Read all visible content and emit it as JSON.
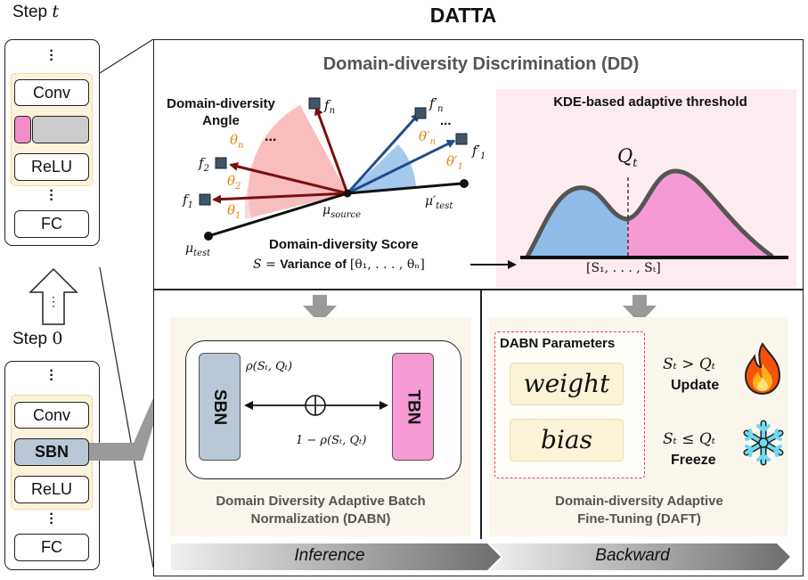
{
  "title": "DATTA",
  "left": {
    "step_t_label": "Step t",
    "step_0_label": "Step 0",
    "top_stack": {
      "conv": "Conv",
      "relu": "ReLU",
      "fc": "FC"
    },
    "bottom_stack": {
      "conv": "Conv",
      "sbn": "SBN",
      "relu": "ReLU",
      "fc": "FC"
    },
    "up_arrow_dots": "⋮",
    "colors": {
      "norm_pink": "#f08cc8",
      "norm_gray": "#cccccc",
      "sbn_fill": "#b9c7d6",
      "stack_bg": "#fdf3dc",
      "stack_border": "#f3c77d"
    }
  },
  "dd": {
    "title": "Domain-diversity Discrimination (DD)",
    "angle_label_1": "Domain-diversity",
    "angle_label_2": "Angle",
    "f_n": "f",
    "f_n_sub": "n",
    "f_2": "f",
    "f_2_sub": "2",
    "f_1": "f",
    "f_1_sub": "1",
    "theta_n": "θ",
    "theta_n_sub": "n",
    "theta_2": "θ",
    "theta_2_sub": "2",
    "theta_1": "θ",
    "theta_1_sub": "1",
    "mu_source": "μ",
    "mu_source_sub": "source",
    "mu_test": "μ",
    "mu_test_sub": "test",
    "f_n_prime": "f′",
    "f_n_prime_sub": "n",
    "f_1_prime": "f′",
    "f_1_prime_sub": "1",
    "theta_n_prime": "θ′",
    "theta_n_prime_sub": "n",
    "theta_1_prime": "θ′",
    "theta_1_prime_sub": "1",
    "mu_test_prime": "μ′",
    "mu_test_prime_sub": "test",
    "ellipsis": "...",
    "score_title": "Domain-diversity Score",
    "score_s": "S",
    "score_eq": " = ",
    "score_text": "Variance of ",
    "score_set": "[θ₁, . . . , θₙ]",
    "kde_title": "KDE-based adaptive threshold",
    "q_t": "Q",
    "q_t_sub": "t",
    "s_range": "[S₁, . . . , Sₜ]",
    "colors": {
      "theta": "#e8820c",
      "dark_red": "#7a1010",
      "blue_arrow": "#1f4e8c",
      "kde_bg": "#fdecef",
      "blue_fill": "#8fbbe8",
      "pink_fill": "#f59ad2"
    }
  },
  "dabn": {
    "sbn": "SBN",
    "tbn": "TBN",
    "rho_top": "ρ(Sₜ, Qₜ)",
    "rho_bottom": "1 − ρ(Sₜ, Qₜ)",
    "caption_1": "Domain Diversity Adaptive Batch",
    "caption_2": "Normalization (DABN)",
    "colors": {
      "sbn_fill": "#b9c7d6",
      "tbn_fill": "#f59ad2"
    }
  },
  "daft": {
    "params_title": "DABN Parameters",
    "weight": "weight",
    "bias": "bias",
    "cond_update": "Sₜ > Qₜ",
    "update": "Update",
    "cond_freeze": "Sₜ ≤ Qₜ",
    "freeze": "Freeze",
    "caption_1": "Domain-diversity Adaptive",
    "caption_2": "Fine-Tuning (DAFT)",
    "fire_icon": "fire-icon",
    "snowflake_icon": "snowflake-icon"
  },
  "footer": {
    "inference": "Inference",
    "backward": "Backward"
  }
}
